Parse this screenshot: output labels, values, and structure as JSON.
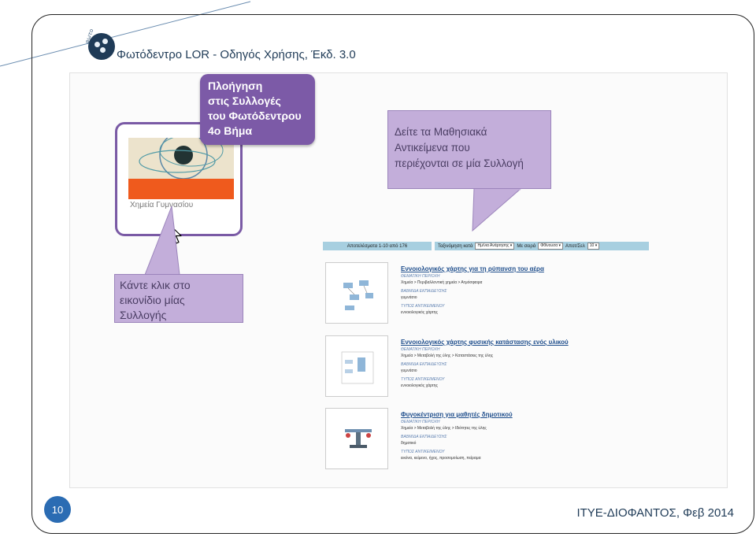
{
  "header": {
    "logo_text": "φωτο",
    "title": "Φωτόδεντρο LOR - Οδηγός Χρήσης, Έκδ. 3.0"
  },
  "collection_tile": {
    "label": "Χημεία Γυμνασίου"
  },
  "callouts": {
    "navigation_step": [
      "Πλοήγηση",
      "στις Συλλογές",
      "του Φωτόδεντρου",
      "4ο Βήμα"
    ],
    "view_objects": [
      "Δείτε τα Μαθησιακά",
      "Αντικείμενα που",
      "περιέχονται σε μία Συλλογή"
    ],
    "click_icon": [
      "Κάντε κλικ στο",
      "εικονίδιο μίας",
      "Συλλογής"
    ]
  },
  "toolbar": {
    "results_count": "Αποτελέσματα 1-10 από 176",
    "sort_label": "Ταξινόμηση κατά",
    "sort_value": "Ημ/νια Ανάρτησης",
    "order_label": "Με σειρά",
    "order_value": "Φθίνουσα",
    "per_page_label": "Αποτ/Σελ",
    "per_page_value": "10"
  },
  "results": [
    {
      "title": "Εννοιολογικός χάρτης για τη ρύπανση του αέρα",
      "area_label": "ΘΕΜΑΤΙΚΗ ΠΕΡΙΟΧΗ",
      "area": "Χημεία > Περιβαλλοντική χημεία > Ατμόσφαιρα",
      "level_label": "ΒΑΘΜΙΔΑ ΕΚΠΑΙΔΕΥΣΗΣ",
      "level": "γυμνάσιο",
      "type_label": "ΤΥΠΟΣ ΑΝΤΙΚΕΙΜΕΝΟΥ",
      "type": "εννοιολογικός χάρτης"
    },
    {
      "title": "Εννοιολογικός χάρτης φυσικής κατάστασης ενός υλικού",
      "area_label": "ΘΕΜΑΤΙΚΗ ΠΕΡΙΟΧΗ",
      "area": "Χημεία > Μεταβολή της ύλης > Καταστάσεις της ύλης",
      "level_label": "ΒΑΘΜΙΔΑ ΕΚΠΑΙΔΕΥΣΗΣ",
      "level": "γυμνάσιο",
      "type_label": "ΤΥΠΟΣ ΑΝΤΙΚΕΙΜΕΝΟΥ",
      "type": "εννοιολογικός χάρτης"
    },
    {
      "title": "Φυγοκέντριση για μαθητές δημοτικού",
      "area_label": "ΘΕΜΑΤΙΚΗ ΠΕΡΙΟΧΗ",
      "area": "Χημεία > Μεταβολή της ύλης > Ιδιότητες της ύλης",
      "level_label": "ΒΑΘΜΙΔΑ ΕΚΠΑΙΔΕΥΣΗΣ",
      "level": "δημοτικό",
      "type_label": "ΤΥΠΟΣ ΑΝΤΙΚΕΙΜΕΝΟΥ",
      "type": "εικόνα, κείμενο, ήχος, προσομοίωση, πείραμα"
    }
  ],
  "footer": {
    "page_number": "10",
    "credit": "ΙΤΥΕ-ΔΙΟΦΑΝΤΟΣ, Φεβ 2014"
  },
  "colors": {
    "callout_dark": "#7c5aa7",
    "callout_light": "#c3aeda",
    "toolbar": "#a7cfe0",
    "page_badge": "#2b6cb3"
  }
}
